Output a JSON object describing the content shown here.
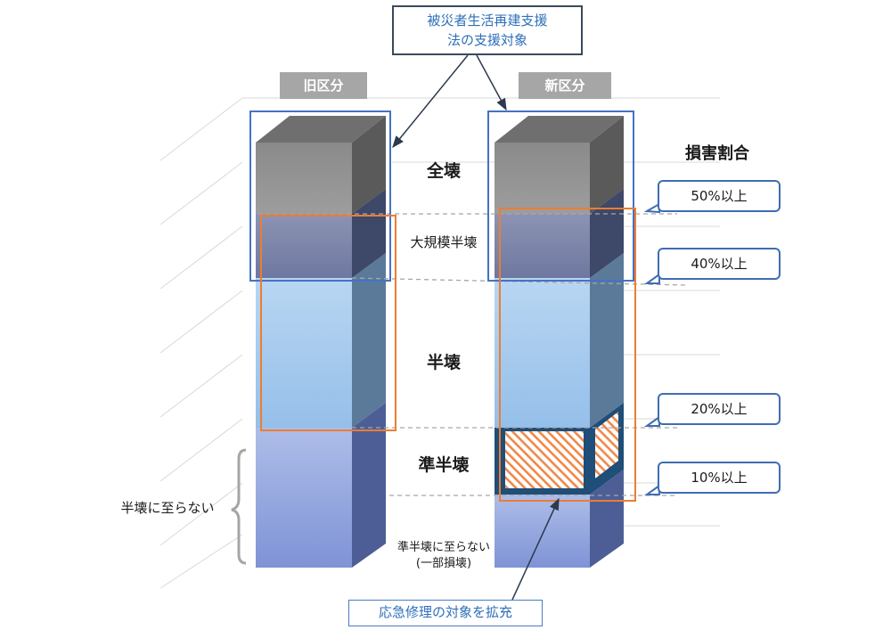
{
  "labels": {
    "old_division": "旧区分",
    "new_division": "新区分",
    "support_target": "被災者生活再建支援法の支援対象",
    "support_target_line1": "被災者生活再建支援",
    "support_target_line2": "法の支援対象",
    "damage_ratio_title": "損害割合",
    "full_destroy": "全壊",
    "large_half": "大規模半壊",
    "half": "半壊",
    "semi_half": "準半壊",
    "not_half": "半壊に至らない",
    "not_semi_half_line1": "準半壊に至らない",
    "not_semi_half_line2": "(一部損壊)",
    "emergency_repair": "応急修理の対象を拡充"
  },
  "ratios": [
    "50%以上",
    "40%以上",
    "20%以上",
    "10%以上"
  ],
  "colors": {
    "gray_front": "#8c8c8c",
    "gray_side": "#595959",
    "gray_top": "#6f6f6f",
    "navy_front": "#7b85a8",
    "navy_side": "#3e4868",
    "light_blue_front": "#a9cbee",
    "light_blue_side": "#5b7a9a",
    "periwinkle_front": "#9fb0e4",
    "periwinkle_side": "#4d5e96",
    "blue_outline": "#4472c4",
    "orange_outline": "#ed7d31",
    "dark_blue_frame": "#1f4e79"
  }
}
